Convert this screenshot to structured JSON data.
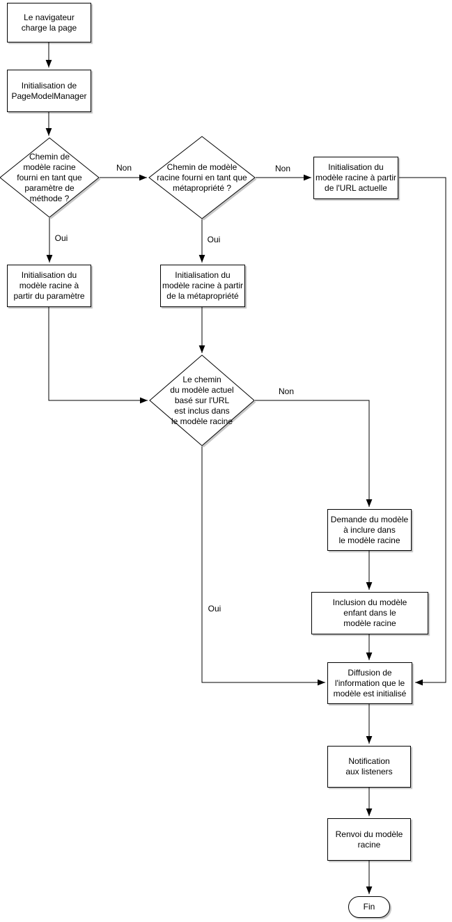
{
  "nodes": {
    "browser_load": "Le navigateur\ncharge la page",
    "init_pagemodelmanager": "Initialisation de\nPageModelManager",
    "decision_param": "Chemin de\nmodèle racine\nfourni en tant que\nparamètre de\nméthode ?",
    "decision_meta": "Chemin de modèle\nracine fourni en tant que\nmétapropriété ?",
    "init_from_url": "Initialisation du\nmodèle racine à partir\nde l'URL actuelle",
    "init_from_param": "Initialisation du\nmodèle racine à\npartir du paramètre",
    "init_from_meta": "Initialisation du\nmodèle racine à partir\nde la métapropriété",
    "decision_included": "Le chemin\ndu modèle actuel\nbasé sur l'URL\nest inclus dans\nle modèle racine",
    "request_model": "Demande du modèle\nà inclure dans\nle modèle racine",
    "include_child": "Inclusion du modèle\nenfant dans le\nmodèle racine",
    "broadcast_init": "Diffusion de\nl'information que le\nmodèle est initialisé",
    "notify_listeners": "Notification\naux listeners",
    "return_root": "Renvoi du modèle\nracine",
    "end": "Fin"
  },
  "edge_labels": {
    "param_non": "Non",
    "param_oui": "Oui",
    "meta_non": "Non",
    "meta_oui": "Oui",
    "included_non": "Non",
    "included_oui": "Oui"
  },
  "colors": {
    "stroke": "#000000",
    "fill": "#ffffff",
    "shadow_rgba": "rgba(0,0,0,0.22)"
  }
}
